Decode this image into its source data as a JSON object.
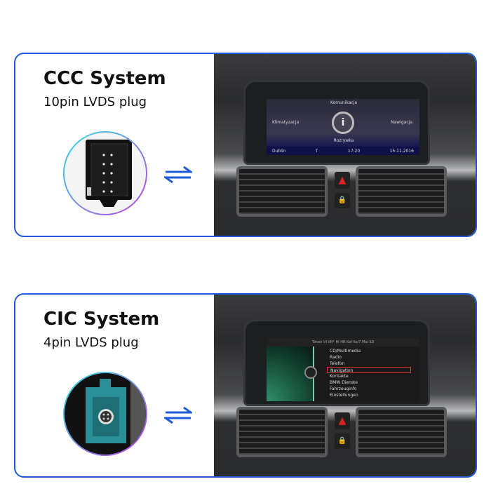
{
  "colors": {
    "accent": "#1f5bd8",
    "arrow": "#1f5bd8"
  },
  "ccc": {
    "title": "CCC System",
    "subtitle": "10pin LVDS plug",
    "screen": {
      "top": "Komunikacja",
      "left": "Klimatyzacja",
      "right": "Nawigacja",
      "bottom": "Rozrywka",
      "center": "i",
      "status_city": "Dublin",
      "status_t": "T",
      "status_time": "17:20",
      "status_date": "15.11.2016"
    }
  },
  "cic": {
    "title": "CIC System",
    "subtitle": "4pin LVDS plug",
    "screen": {
      "header": "Tönen VI  VR* Hi  HR  Kof  Ko/7  Mai  SD",
      "menu": [
        "CD/Multimedia",
        "Radio",
        "Telefon",
        "Navigation",
        "Kontakte",
        "BMW Dienste",
        "Fahrzeuginfo",
        "Einstellungen"
      ],
      "selected": "Navigation"
    }
  },
  "icons": {
    "swap": "swap-arrows-icon",
    "hazard": "hazard-icon",
    "lock": "lock-icon"
  }
}
